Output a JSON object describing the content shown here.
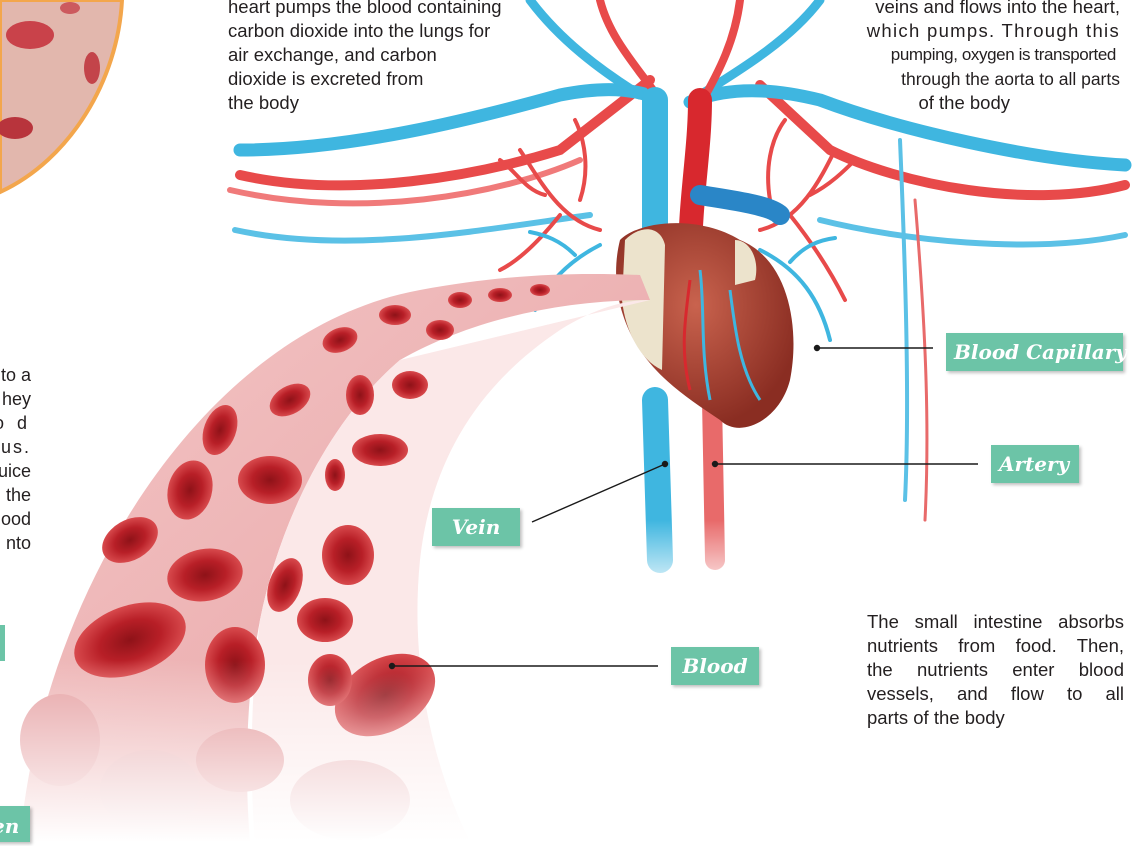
{
  "texts": {
    "top_left": [
      "heart pumps the blood containing",
      "carbon dioxide into the lungs for",
      "air exchange, and carbon",
      "dioxide is excreted from",
      "the body"
    ],
    "top_right": [
      "veins and flows into the heart,",
      "which pumps. Through this",
      "pumping, oxygen is transported",
      "through the aorta to all parts",
      "of the body"
    ],
    "bottom_right": [
      "The small intestine absorbs",
      "nutrients from food. Then,",
      "the nutrients enter blood",
      "vessels, and flow to all",
      "parts of the body"
    ],
    "left_cut": [
      "to a",
      "hey",
      "o d",
      "us.",
      "uice",
      "the",
      "ood",
      "nto"
    ]
  },
  "labels": {
    "blood_capillary": "Blood Capillary",
    "artery": "Artery",
    "vein": "Vein",
    "blood": "Blood",
    "cut_label": "en"
  },
  "colors": {
    "label_bg": "#6cc4a7",
    "vein": "#3fb6e0",
    "artery": "#e03a3a",
    "rbc": "#c0242b",
    "circle_border": "#f3a64c"
  }
}
